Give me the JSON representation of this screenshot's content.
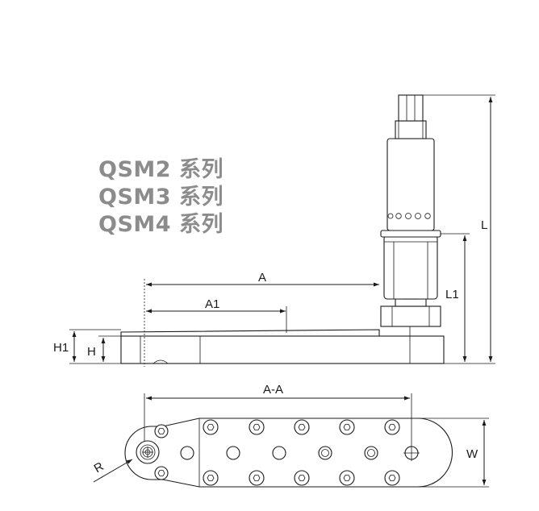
{
  "series_labels": [
    "QSM2 系列",
    "QSM3 系列",
    "QSM4 系列"
  ],
  "dimensions": {
    "L": "L",
    "L1": "L1",
    "A": "A",
    "A1": "A1",
    "H": "H",
    "H1": "H1",
    "AA": "A-A",
    "W": "W",
    "R": "R"
  },
  "colors": {
    "line": "#1a1a1a",
    "label": "#8c8c8c",
    "background": "#ffffff"
  }
}
